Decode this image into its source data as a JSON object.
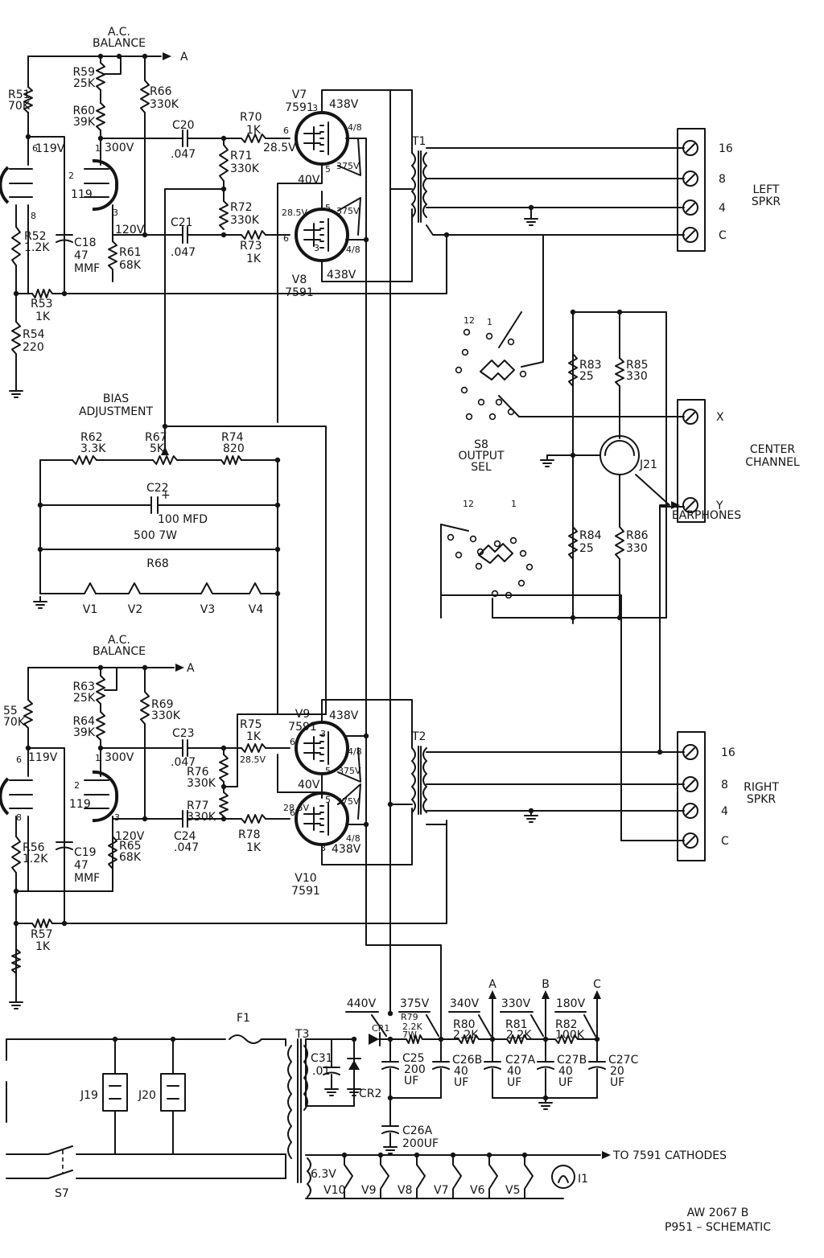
{
  "drawing": {
    "number": "AW 2067 B",
    "title": "P951 – SCHEMATIC"
  },
  "labels": {
    "ac_balance": "A.C.\nBALANCE",
    "bias_adjustment": "BIAS\nADJUSTMENT",
    "left_speaker": "LEFT\nSPKR",
    "right_speaker": "RIGHT\nSPKR",
    "center_channel": "CENTER\nCHANNEL",
    "earphones": "EARPHONES",
    "to_cathodes": "TO 7591 CATHODES",
    "output_selector": "S8\nOUTPUT\nSEL"
  },
  "bus_labels": [
    "A",
    "B",
    "C"
  ],
  "speaker_taps": [
    "16",
    "8",
    "4",
    "C"
  ],
  "center_taps": [
    "X",
    "Y"
  ],
  "tubes": {
    "v7": {
      "name": "V7",
      "type": "7591"
    },
    "v8": {
      "name": "V8",
      "type": "7591"
    },
    "v9": {
      "name": "V9",
      "type": "7591"
    },
    "v10": {
      "name": "V10",
      "type": "7591"
    }
  },
  "components": {
    "R51": {
      "ref": "R51",
      "value": "70K"
    },
    "R52": {
      "ref": "R52",
      "value": "1.2K"
    },
    "R53": {
      "ref": "R53",
      "value": "1K"
    },
    "R54": {
      "ref": "R54",
      "value": "220"
    },
    "R55": {
      "ref": "55",
      "value": "70K"
    },
    "R56": {
      "ref": "R56",
      "value": "1.2K"
    },
    "R57": {
      "ref": "R57",
      "value": "1K"
    },
    "R59": {
      "ref": "R59",
      "value": "25K"
    },
    "R60": {
      "ref": "R60",
      "value": "39K"
    },
    "R61": {
      "ref": "R61",
      "value": "68K"
    },
    "R62": {
      "ref": "R62",
      "value": "3.3K"
    },
    "R63": {
      "ref": "R63",
      "value": "25K"
    },
    "R64": {
      "ref": "R64",
      "value": "39K"
    },
    "R65": {
      "ref": "R65",
      "value": "68K"
    },
    "R66": {
      "ref": "R66",
      "value": "330K"
    },
    "R67": {
      "ref": "R67",
      "value": "5K"
    },
    "R68": {
      "ref": "R68",
      "value": "500\n7W"
    },
    "R69": {
      "ref": "R69",
      "value": "330K"
    },
    "R70": {
      "ref": "R70",
      "value": "1K"
    },
    "R71": {
      "ref": "R71",
      "value": "330K"
    },
    "R72": {
      "ref": "R72",
      "value": "330K"
    },
    "R73": {
      "ref": "R73",
      "value": "1K"
    },
    "R74": {
      "ref": "R74",
      "value": "820"
    },
    "R75": {
      "ref": "R75",
      "value": "1K"
    },
    "R76": {
      "ref": "R76",
      "value": "330K"
    },
    "R77": {
      "ref": "R77",
      "value": "330K"
    },
    "R78": {
      "ref": "R78",
      "value": "1K"
    },
    "R79": {
      "ref": "R79",
      "value": "2.2K\n7W"
    },
    "R80": {
      "ref": "R80",
      "value": "2.2K"
    },
    "R81": {
      "ref": "R81",
      "value": "2.2K"
    },
    "R82": {
      "ref": "R82",
      "value": "100K"
    },
    "R83": {
      "ref": "R83",
      "value": "25"
    },
    "R84": {
      "ref": "R84",
      "value": "25"
    },
    "R85": {
      "ref": "R85",
      "value": "330"
    },
    "R86": {
      "ref": "R86",
      "value": "330"
    },
    "C18": {
      "ref": "C18",
      "value": "47\nMMF"
    },
    "C19": {
      "ref": "C19",
      "value": "47\nMMF"
    },
    "C20": {
      "ref": "C20",
      "value": ".047"
    },
    "C21": {
      "ref": "C21",
      "value": ".047"
    },
    "C22": {
      "ref": "C22",
      "value": "100 MFD"
    },
    "C23": {
      "ref": "C23",
      "value": ".047"
    },
    "C24": {
      "ref": "C24",
      "value": ".047"
    },
    "C25": {
      "ref": "C25",
      "value": "200\nUF"
    },
    "C26A": {
      "ref": "C26A",
      "value": "200UF"
    },
    "C26B": {
      "ref": "C26B",
      "value": "40\nUF"
    },
    "C27A": {
      "ref": "C27A",
      "value": "40\nUF"
    },
    "C27B": {
      "ref": "C27B",
      "value": "40\nUF"
    },
    "C27C": {
      "ref": "C27C",
      "value": "20\nUF"
    },
    "C31": {
      "ref": "C31",
      "value": ".01"
    }
  },
  "misc_refs": [
    "T1",
    "T2",
    "T3",
    "CR1",
    "CR2",
    "F1",
    "J19",
    "J20",
    "J21",
    "S7",
    "I1",
    "6.3V",
    "119",
    "1",
    "2",
    "3",
    "4/8",
    "5",
    "6",
    "8",
    "12"
  ],
  "heaters": [
    "V10",
    "V9",
    "V8",
    "V7",
    "V6",
    "V5"
  ],
  "filaments": [
    "V1",
    "V2",
    "V3",
    "V4"
  ],
  "voltages": [
    "119V",
    "300V",
    "120V",
    "438V",
    "28.5V",
    "40V",
    "375V",
    "440V",
    "340V",
    "330V",
    "180V"
  ]
}
